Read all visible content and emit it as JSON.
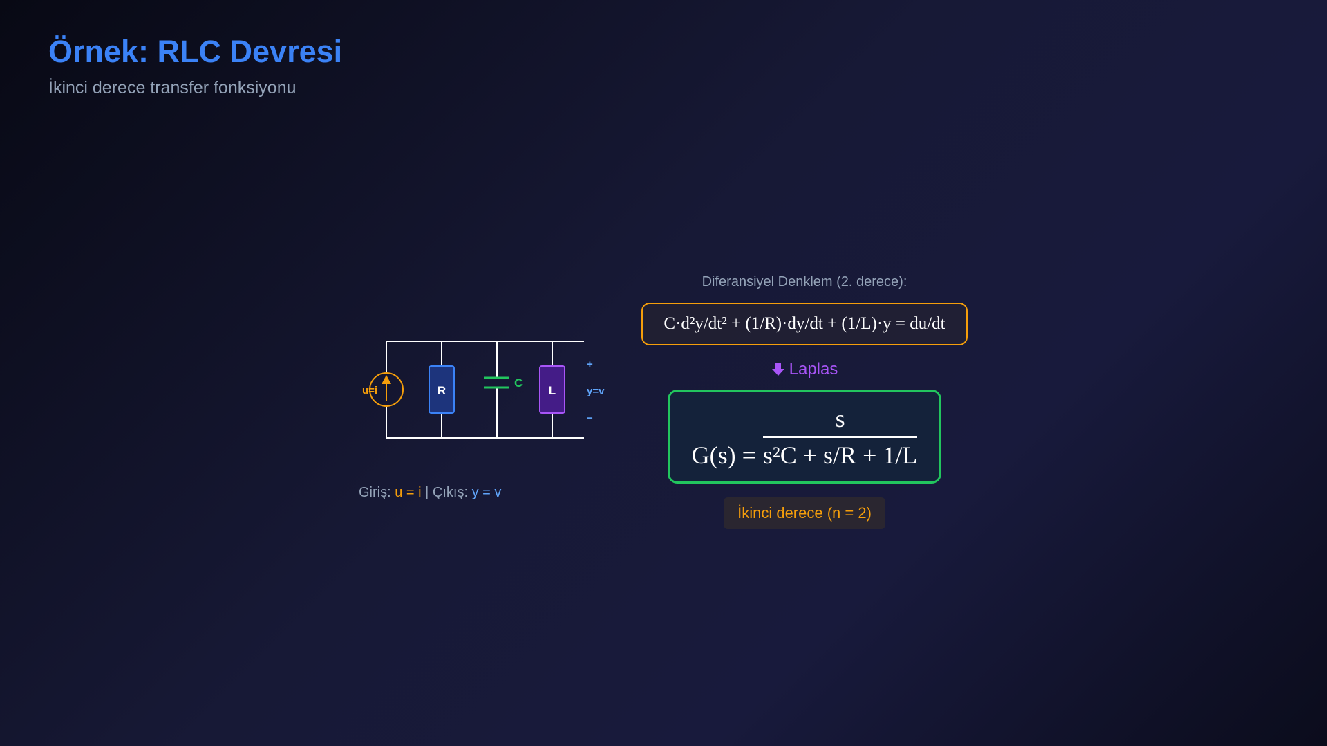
{
  "header": {
    "title": "Örnek: RLC Devresi",
    "subtitle": "İkinci derece transfer fonksiyonu"
  },
  "circuit": {
    "source_label": "u=i",
    "resistor_label": "R",
    "capacitor_label": "C",
    "inductor_label": "L",
    "plus_label": "+",
    "output_label": "y=v",
    "minus_label": "−",
    "colors": {
      "wire": "#ffffff",
      "source": "#f59e0b",
      "resistor": "#3b82f6",
      "capacitor": "#22c55e",
      "inductor": "#a855f7",
      "output": "#60a5fa"
    }
  },
  "io_caption": {
    "input_prefix": "Giriş: ",
    "input_value": "u = i",
    "separator": " | Çıkış: ",
    "output_value": "y = v"
  },
  "equations": {
    "de_label": "Diferansiyel Denklem (2. derece):",
    "de_text": "C·d²y/dt² + (1/R)·dy/dt + (1/L)·y = du/dt",
    "laplace_label": "Laplas",
    "tf_lhs": "G(s) =",
    "tf_numerator": "s",
    "tf_denominator": "s²C + s/R + 1/L",
    "order_badge": "İkinci derece (n = 2)"
  },
  "colors": {
    "accent": "#3b82f6",
    "de_border": "#f59e0b",
    "tf_border": "#22c55e",
    "laplace": "#a855f7"
  }
}
